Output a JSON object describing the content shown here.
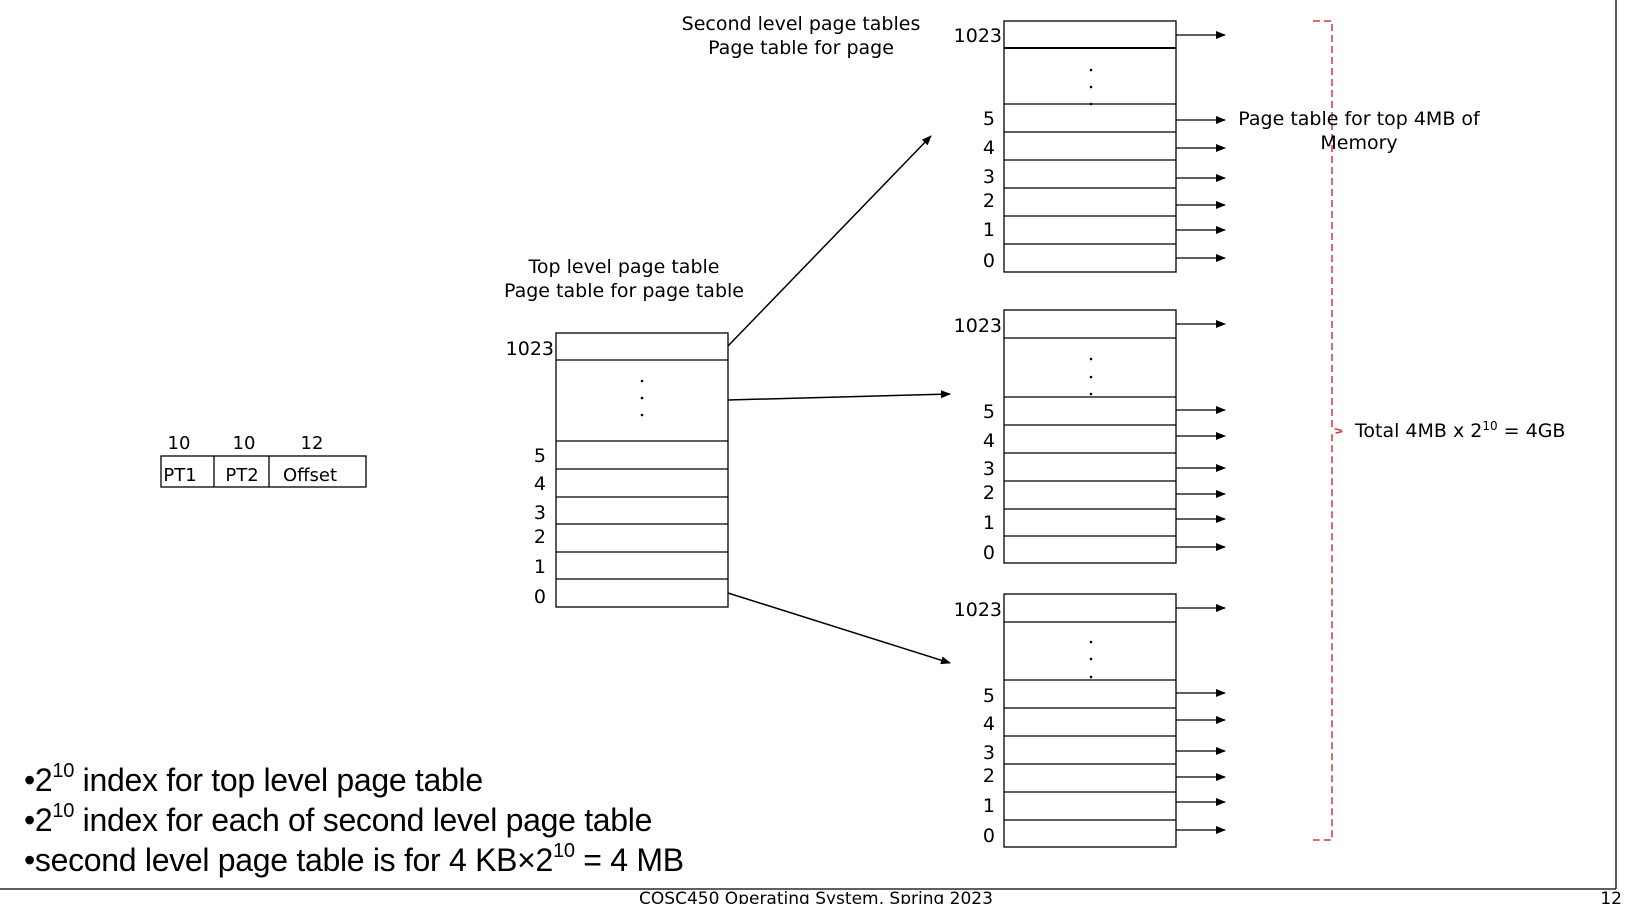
{
  "address": {
    "bits": [
      "10",
      "10",
      "12"
    ],
    "fields": [
      "PT1",
      "PT2",
      "Offset"
    ]
  },
  "top_table": {
    "title_line1": "Top level page table",
    "title_line2": "Page table for page table",
    "index_labels": [
      "1023",
      "5",
      "4",
      "3",
      "2",
      "1",
      "0"
    ]
  },
  "second_tables": {
    "title_line1": "Second level page tables",
    "title_line2": "Page table for page",
    "index_labels": [
      "1023",
      "5",
      "4",
      "3",
      "2",
      "1",
      "0"
    ]
  },
  "annotations": {
    "top4mb_line1": "Page table for top 4MB of",
    "top4mb_line2": "Memory",
    "total": "Total 4MB x 2",
    "total_exp": "10",
    "total_result": " = 4GB"
  },
  "bullets": [
    {
      "pre": "•2",
      "sup": "10",
      "post": " index for top level page table"
    },
    {
      "pre": "•2",
      "sup": "10",
      "post": " index for each of second level page table"
    },
    {
      "pre": "•second level page table is for 4 KB×2",
      "sup": "10",
      "post": " = 4 MB"
    }
  ],
  "footer": {
    "text": "COSC450 Operating System, Spring 2023",
    "page": "12"
  },
  "colors": {
    "brace": "#d9363e",
    "line": "#000000"
  }
}
